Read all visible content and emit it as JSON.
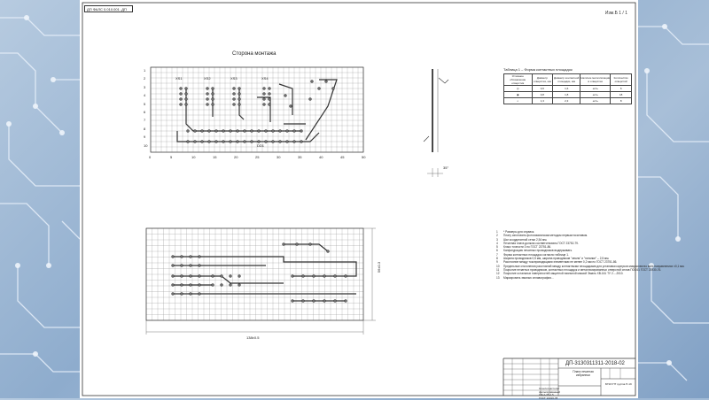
{
  "document": {
    "stamp": "ДП ФАЛС 0.010.001 -ДП",
    "sheet_number": "Изм.Б 1 / 1",
    "top_view_title": "Сторона монтажа",
    "connectors": [
      "ХS1",
      "ХS2",
      "ХS3",
      "ХS4"
    ],
    "component_label": "DD1",
    "dimension_width": "138±0.5",
    "dimension_height": "56±0.3",
    "angle_label": "35°",
    "x_ticks": [
      "0",
      "5",
      "10",
      "15",
      "20",
      "25",
      "30",
      "35",
      "40",
      "45",
      "50"
    ],
    "y_ticks": [
      "1",
      "2",
      "3",
      "4",
      "5",
      "6",
      "7",
      "8",
      "9",
      "10"
    ],
    "table_title": "Таблица 1 – Форма контактных площадок",
    "table_headers": [
      "Условное обозначение отверстия",
      "Диаметр отверстия, мм",
      "Диаметр контактной площадки, мм",
      "Наличие металлизации в отверстии",
      "Количество отверстий"
    ],
    "table_rows": [
      [
        "◎",
        "0,6",
        "1,6",
        "есть",
        "6"
      ],
      [
        "◉",
        "0,8",
        "1,8",
        "есть",
        "18"
      ],
      [
        "◐",
        "1,3",
        "2,3",
        "есть",
        "8"
      ]
    ],
    "notes": [
      "* Размеры для справок.",
      "Плату изготовить фотохимическим методом первым позитивом.",
      "Шаг координатной сетки 2,54 мм.",
      "Печатная плата должна соответствовать ГОСТ 23752-79.",
      "Класс точности 3 по ГОСТ 23751-86.",
      "Конфигурацию печатных проводников выдерживать",
      "Форма контактных площадок согласно таблице 1.",
      "Ширина проводников 0,5 мм, ширина проводников \"земля\" и \"питание\" – 2,5 мм.",
      "Расстояние между токопроводящими элементами не менее 0,2 мм по ГОСТ 23751-86.",
      "Предельные отклонения расстояний между контактными площадками для установки корпусов микросхем во всех направлениях ±0,1 мм.",
      "Покрытие печатных проводников, контактных площадок и металлизированных отверстий сплав ПОС61 ГОСТ 21930-76.",
      "Покрытие остальных поверхностей защитной паяльной маской Эмаль XB-161 ТУ 2...-2010.",
      "Маркировать эмалью сплавография..."
    ],
    "title_block": {
      "code": "ДП-3130311311-2018-02",
      "name": "Плата печатная избранных",
      "material": "Стеклотекстолит фольгированный СФ-2-35-1,5 ГОСТ 10316-78",
      "org": "БГКИ ПТ группа П-19"
    }
  }
}
